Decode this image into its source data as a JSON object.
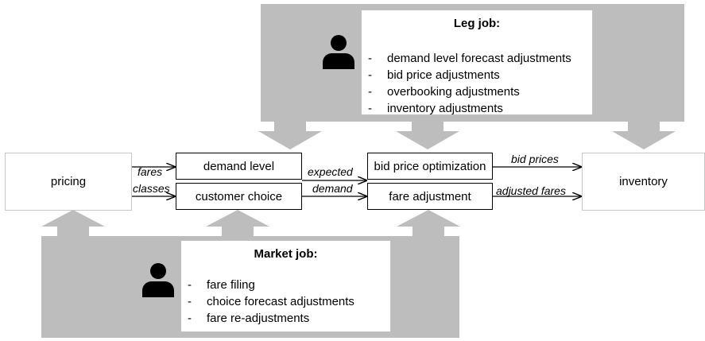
{
  "nodes": {
    "pricing": "pricing",
    "demand_level": "demand level",
    "customer_choice": "customer choice",
    "bid_price_optimization": "bid price optimization",
    "fare_adjustment": "fare adjustment",
    "inventory": "inventory"
  },
  "edge_labels": {
    "fares": "fares",
    "classes": "classes",
    "expected": "expected",
    "demand": "demand",
    "bid_prices": "bid prices",
    "adjusted_fares": "adjusted fares"
  },
  "leg_job": {
    "title": "Leg job:",
    "bullet": "-",
    "items": [
      "demand level forecast adjustments",
      "bid price adjustments",
      "overbooking adjustments",
      "inventory adjustments"
    ]
  },
  "market_job": {
    "title": "Market job:",
    "bullet": "-",
    "items": [
      "fare filing",
      "choice forecast adjustments",
      "fare re-adjustments"
    ]
  },
  "colors": {
    "band": "#bdbdbd",
    "box_border": "#000000",
    "light_border": "#c8c8c8",
    "icon": "#000000"
  },
  "icons": {
    "leg_person": "person-icon",
    "market_person": "person-icon"
  }
}
